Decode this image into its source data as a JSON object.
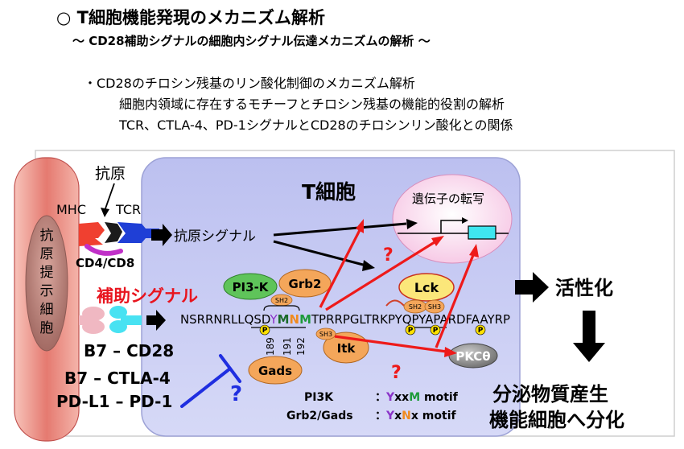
{
  "header": {
    "title": "○ T細胞機能発現のメカニズム解析",
    "subtitle": "～ CD28補助シグナルの細胞内シグナル伝達メカニズムの解析 ～",
    "bullets": [
      "・CD28のチロシン残基のリン酸化制御のメカニズム解析",
      "細胞内領域に存在するモチーフとチロシン残基の機能的役割の解析",
      "TCR、CTLA-4、PD-1シグナルとCD28のチロシンリン酸化との関係"
    ]
  },
  "diagram": {
    "apc_label": [
      "抗",
      "原",
      "提",
      "示",
      "細",
      "胞"
    ],
    "tcell_label": "T細胞",
    "antigen": "抗原",
    "mhc": "MHC",
    "tcr": "TCR",
    "cd4cd8": "CD4/CD8",
    "antigen_signal": "抗原シグナル",
    "costim_signal": "補助シグナル",
    "transcription": "遺伝子の転写",
    "pi3k": "PI3-K",
    "grb2": "Grb2",
    "lck": "Lck",
    "itk": "Itk",
    "gads": "Gads",
    "pkc": "PKCθ",
    "sh2": "SH2",
    "sh3": "SH3",
    "p": "P",
    "question": "?",
    "sequence": {
      "pre": "NSRRNRLLQSD",
      "y1": "Y",
      "m": "M",
      "n": "N",
      "m2": "M",
      "mid": "TPRRPGLTRKPYQ",
      "y2": "PY",
      "post": "APARDFAAYRP"
    },
    "residues": [
      "189",
      "191",
      "192"
    ],
    "b7_cd28": "B7 – CD28",
    "b7_ctla4": "B7 – CTLA-4",
    "pdl1_pd1": "PD-L1 – PD-1",
    "activation": "活性化",
    "outcome_line1": "分泌物質産生",
    "outcome_line2": "機能細胞へ分化",
    "legend": {
      "row1_label": "PI3K",
      "row1_colon": "：",
      "row1_y": "Y",
      "row1_xx": "xx",
      "row1_m": "M",
      "row1_motif": " motif",
      "row2_label": "Grb2/Gads",
      "row2_colon": "：",
      "row2_y": "Y",
      "row2_x": "x",
      "row2_n": "N",
      "row2_x2": "x",
      "row2_motif": " motif"
    }
  },
  "colors": {
    "tcell_fill": "#c8ccf4",
    "apc_fill": "#e98a80",
    "costim_red": "#e8141e",
    "arrow_red": "#ee1a1a",
    "pi3k_green": "#5fc45a",
    "grb2_orange": "#f4a65a",
    "lck_yellow": "#fbe77a",
    "inhibit_blue": "#1f2ee0",
    "motif_purple": "#8a33c8",
    "motif_orange": "#f08a1e",
    "motif_green": "#1e9a3a"
  }
}
